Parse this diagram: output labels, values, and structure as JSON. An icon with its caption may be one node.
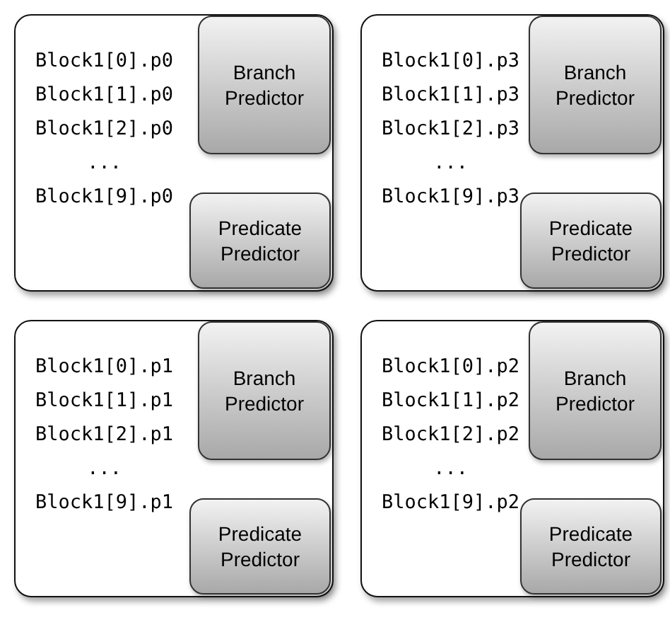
{
  "diagram": {
    "nodes": [
      {
        "text": [
          "Block1[0].p0 Block1[1].p0 Block1[2].p0 ... Block1[9].p0"
        ]
      },
      {
        "text": [
          "Branch Predictor"
        ],
        "in": 0
      },
      {
        "text": [
          "Predicate Predictor"
        ],
        "in": 0
      },
      {
        "text": [
          "Block1[0].p3 Block1[1].p3 Block1[2].p3 ... Block1[9].p3"
        ]
      },
      {
        "text": [
          "Branch Predictor"
        ],
        "in": 3
      },
      {
        "text": [
          "Predicate Predictor"
        ],
        "in": 3
      },
      {
        "text": [
          "Block1[0].p1 Block1[1].p1 Block1[2].p1 ... Block1[9].p1"
        ]
      },
      {
        "text": [
          "Branch Predictor"
        ],
        "in": 6
      },
      {
        "text": [
          "Predicate Predictor"
        ],
        "in": 6
      },
      {
        "text": [
          "Block1[0].p2 Block1[1].p2 Block1[2].p2 ... Block1[9].p2"
        ]
      },
      {
        "text": [
          "Branch Predictor"
        ],
        "in": 9
      },
      {
        "text": [
          "Predicate Predictor"
        ],
        "in": 9
      }
    ]
  }
}
